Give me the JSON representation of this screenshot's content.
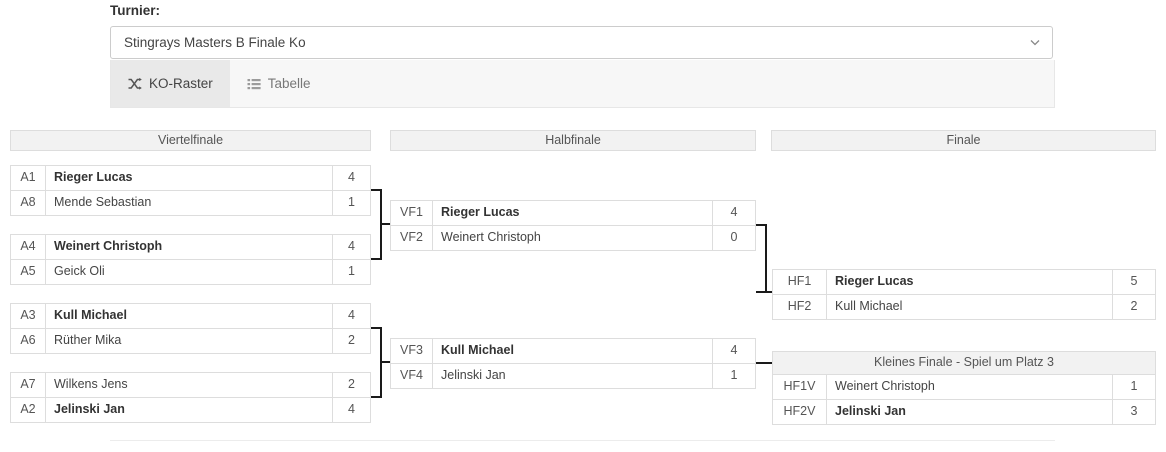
{
  "form": {
    "label": "Turnier:",
    "selected_tournament": "Stingrays Masters B Finale Ko",
    "chevron_icon": "chevron-down-icon"
  },
  "tabs": [
    {
      "id": "ko-raster",
      "label": "KO-Raster",
      "icon": "shuffle-icon",
      "active": true
    },
    {
      "id": "tabelle",
      "label": "Tabelle",
      "icon": "list-icon",
      "active": false
    }
  ],
  "bracket": {
    "round_headers": [
      {
        "id": "viertelfinale",
        "label": "Viertelfinale"
      },
      {
        "id": "halbfinale",
        "label": "Halbfinale"
      },
      {
        "id": "finale",
        "label": "Finale"
      }
    ],
    "quarterfinals": [
      {
        "id": "qf1",
        "rows": [
          {
            "seed": "A1",
            "name": "Rieger Lucas",
            "score": "4",
            "winner": true
          },
          {
            "seed": "A8",
            "name": "Mende Sebastian",
            "score": "1",
            "winner": false
          }
        ]
      },
      {
        "id": "qf2",
        "rows": [
          {
            "seed": "A4",
            "name": "Weinert Christoph",
            "score": "4",
            "winner": true
          },
          {
            "seed": "A5",
            "name": "Geick Oli",
            "score": "1",
            "winner": false
          }
        ]
      },
      {
        "id": "qf3",
        "rows": [
          {
            "seed": "A3",
            "name": "Kull Michael",
            "score": "4",
            "winner": true
          },
          {
            "seed": "A6",
            "name": "Rüther Mika",
            "score": "2",
            "winner": false
          }
        ]
      },
      {
        "id": "qf4",
        "rows": [
          {
            "seed": "A7",
            "name": "Wilkens Jens",
            "score": "2",
            "winner": false
          },
          {
            "seed": "A2",
            "name": "Jelinski Jan",
            "score": "4",
            "winner": true
          }
        ]
      }
    ],
    "semifinals": [
      {
        "id": "sf1",
        "rows": [
          {
            "seed": "VF1",
            "name": "Rieger Lucas",
            "score": "4",
            "winner": true
          },
          {
            "seed": "VF2",
            "name": "Weinert Christoph",
            "score": "0",
            "winner": false
          }
        ]
      },
      {
        "id": "sf2",
        "rows": [
          {
            "seed": "VF3",
            "name": "Kull Michael",
            "score": "4",
            "winner": true
          },
          {
            "seed": "VF4",
            "name": "Jelinski Jan",
            "score": "1",
            "winner": false
          }
        ]
      }
    ],
    "final": {
      "id": "final",
      "rows": [
        {
          "seed": "HF1",
          "name": "Rieger Lucas",
          "score": "5",
          "winner": true
        },
        {
          "seed": "HF2",
          "name": "Kull Michael",
          "score": "2",
          "winner": false
        }
      ]
    },
    "third_place": {
      "id": "third-place",
      "title": "Kleines Finale - Spiel um Platz 3",
      "rows": [
        {
          "seed": "HF1V",
          "name": "Weinert Christoph",
          "score": "1",
          "winner": false
        },
        {
          "seed": "HF2V",
          "name": "Jelinski Jan",
          "score": "3",
          "winner": true
        }
      ]
    }
  },
  "colors": {
    "header_bg": "#f2f2f2",
    "border": "#dddddd",
    "connector": "#1a1a1a",
    "active_tab_bg": "#e9e9e9"
  }
}
